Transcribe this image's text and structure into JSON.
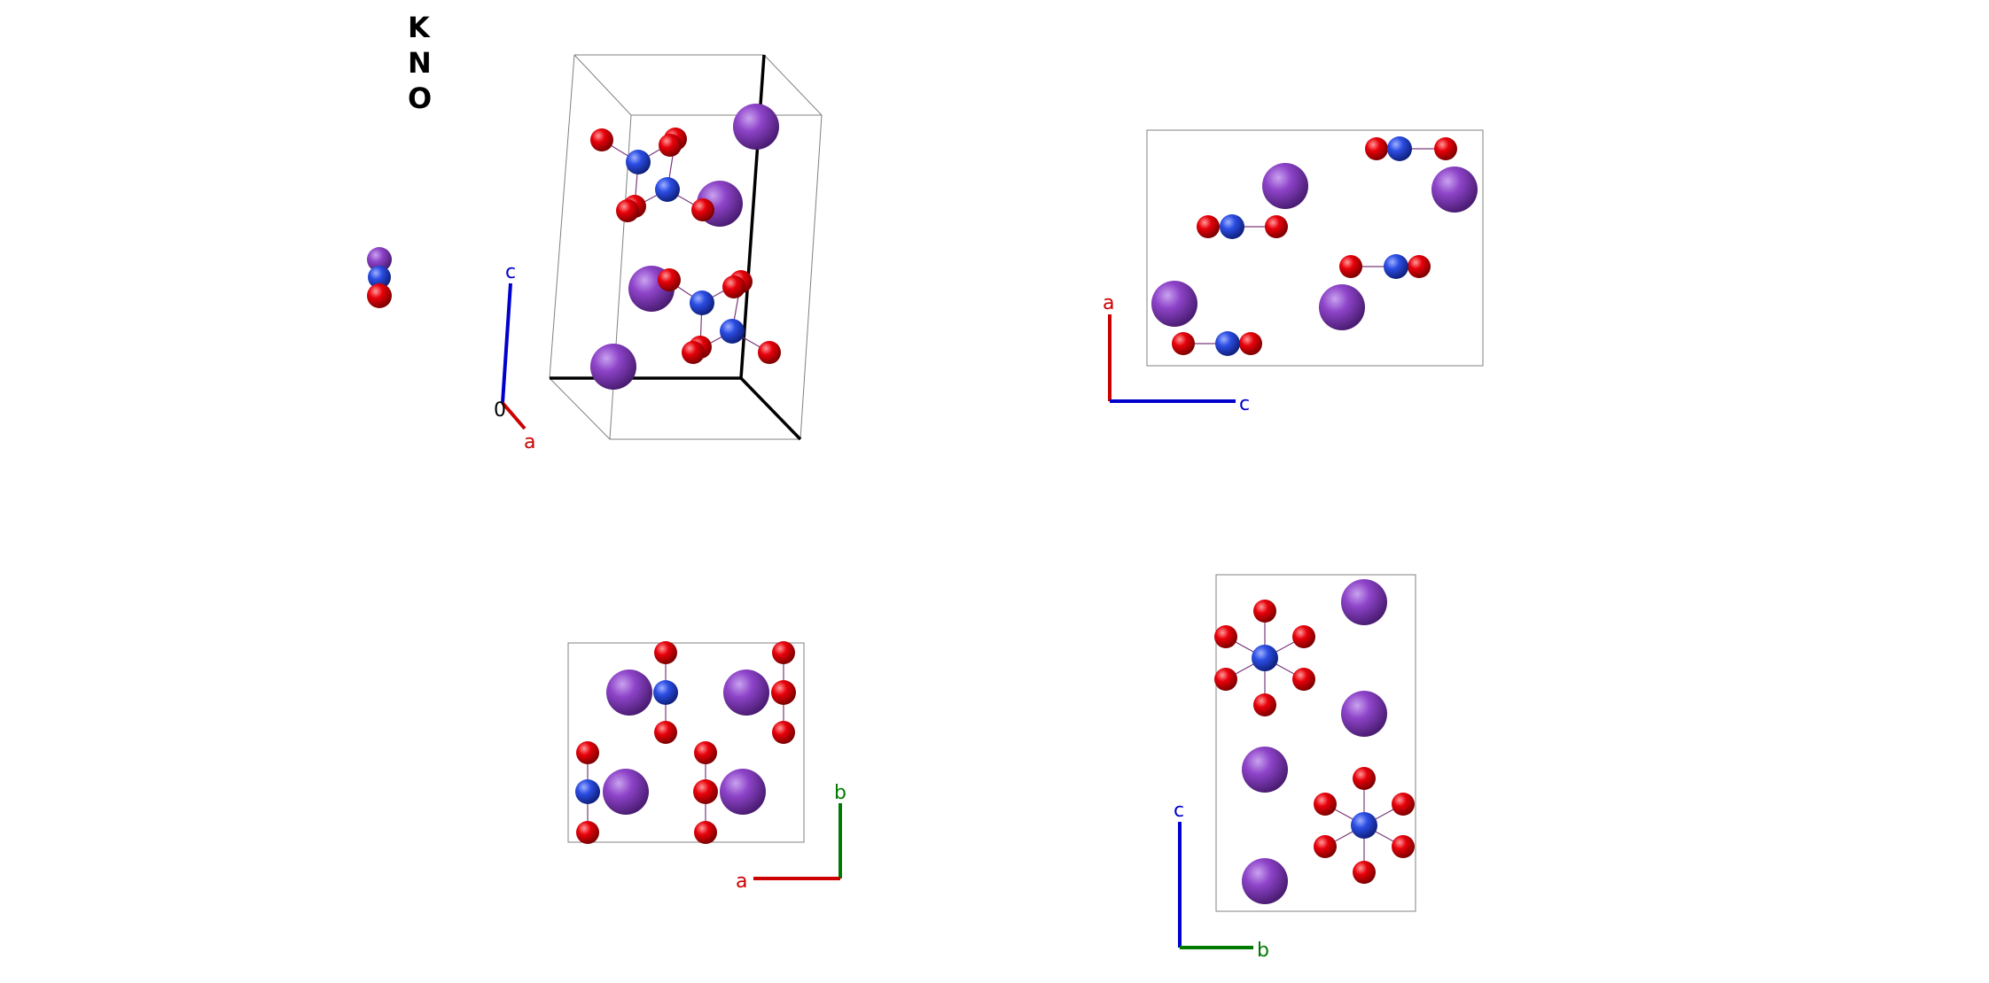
{
  "legend": {
    "elements": [
      {
        "symbol": "K",
        "color": "#8e44c9"
      },
      {
        "symbol": "N",
        "color": "#2b4de3"
      },
      {
        "symbol": "O",
        "color": "#e8000a"
      }
    ]
  },
  "colors": {
    "K": "#8e44c9",
    "N": "#2b4de3",
    "O": "#e8000a",
    "axis_a": "#cc0000",
    "axis_b": "#007a00",
    "axis_c": "#0000cc",
    "cell_edge": "#808080",
    "bold_edge": "#000000"
  },
  "views": {
    "perspective": {
      "axis_labels": {
        "a": "a",
        "c": "c",
        "origin": "0"
      }
    },
    "along_b": {
      "axis_labels": {
        "vertical": "a",
        "horizontal": "c"
      }
    },
    "along_c": {
      "axis_labels": {
        "vertical": "b",
        "horizontal": "a"
      }
    },
    "along_a": {
      "axis_labels": {
        "vertical": "c",
        "horizontal": "b"
      }
    }
  }
}
